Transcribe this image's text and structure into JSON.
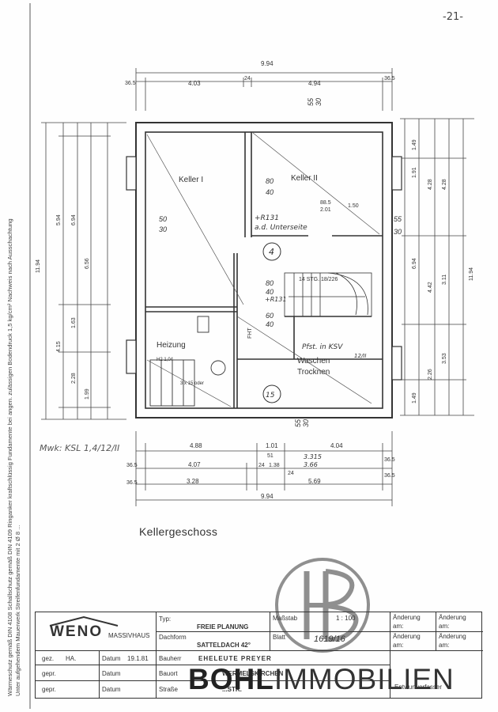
{
  "page_number": "-21-",
  "floor_title": "Kellergeschoss",
  "handwritten_note": "Mwk: KSL 1,4/12/II",
  "side_text": [
    "Wärmeschutz gemäß DIN 4108   Schallschutz gemäß DIN 4109   Ringanker kraftschlüssig   Fundamente bei angen. zulässigen Bodendruck 1,5 kg/cm² Nachweis nach Ausschachtung",
    "Unter aufgehendem Mauerwerk Streifenfundamente mit 2 Ø 8 ..."
  ],
  "rooms": {
    "keller1": "Keller I",
    "keller2": "Keller II",
    "heizung": "Heizung",
    "waschen": "Waschen",
    "trocknen": "Trocknen"
  },
  "annotations": {
    "r131_1": "+R131",
    "r131_2": "a.d. Unterseite",
    "stairs": "14 STG. 18/226",
    "r131b": "+R131",
    "fht": "FHT",
    "pfosten": "Pfst. in KSV",
    "pfosten2": "12/II",
    "z": "3 x 15 oder",
    "ht": "H2 1,04",
    "label4": "4",
    "label15": "15"
  },
  "dimensions": {
    "top_total": "9.94",
    "top_a": "4.03",
    "top_b": "24",
    "top_c": "4.94",
    "top_edge": "36.5",
    "bottom_a": "4.88",
    "bottom_b": "1.01",
    "bottom_b2": "51",
    "bottom_c": "4.04",
    "bottom_c2": "3.315",
    "bottom_c3": "3.66",
    "bottom_d": "4.07",
    "bottom_e": "24",
    "bottom_f": "1.38",
    "bottom_g": "24",
    "bottom_h": "3.28",
    "bottom_i": "5.69",
    "bottom_total": "9.94",
    "left_total": "11.94",
    "left_a": "5.94",
    "left_b": "6.94",
    "left_c": "6.56",
    "left_d": "4.15",
    "left_e": "2.28",
    "left_f": "1.99",
    "left_g": "1.63",
    "right_total": "11.94",
    "right_a": "4.28",
    "right_b": "6.94",
    "right_c": "4.42",
    "right_d": "3.11",
    "right_e": "3.53",
    "right_f": "2.26",
    "right_g": "1.49",
    "right_h": "1.91",
    "opening_a": "80",
    "opening_a2": "40",
    "opening_b": "50",
    "opening_b2": "30",
    "opening_c": "55",
    "opening_c2": "30",
    "opening_d": "88.5",
    "opening_d2": "2.01",
    "opening_e": "1.50",
    "opening_f": "60",
    "opening_f2": "40",
    "opening_g": "55",
    "opening_g2": "30",
    "opening_h": "80",
    "opening_h2": "40"
  },
  "title_block": {
    "company": "WENO",
    "company_sub": "MASSIVHAUS",
    "typ_label": "Typ:",
    "typ_value": "FREIE PLANUNG",
    "dachform_label": "Dachform",
    "dachform_value": "SATTELDACH 42°",
    "massstab_label": "Maßstab",
    "massstab_value": "1 : 100",
    "blatt_label": "Blatt",
    "blatt_value": "1619/16",
    "aenderung1": "Änderung",
    "am1": "am:",
    "aenderung2": "Änderung",
    "am2": "am:",
    "aenderung3": "Änderung",
    "am3": "am:",
    "aenderung4": "Änderung",
    "am4": "am:",
    "gez_label": "gez.",
    "gez_value": "HA.",
    "gepr_label": "gepr.",
    "gepr2_label": "gepr.",
    "datum_label": "Datum",
    "datum_value": "19.1.81",
    "datum2_label": "Datum",
    "datum3_label": "Datum",
    "bauherr_label": "Bauherr",
    "bauherr_value": "EHELEUTE PREYER",
    "bauort_label": "Bauort",
    "bauort_value": "WERMELSKIRCHEN",
    "strasse_label": "Straße",
    "strasse_value": "...STR.",
    "entwurf_label": "Entwurfverfasser"
  },
  "watermark": {
    "bold": "BOHL",
    "light": "IMMOBILIEN",
    "monogram": "HB"
  }
}
